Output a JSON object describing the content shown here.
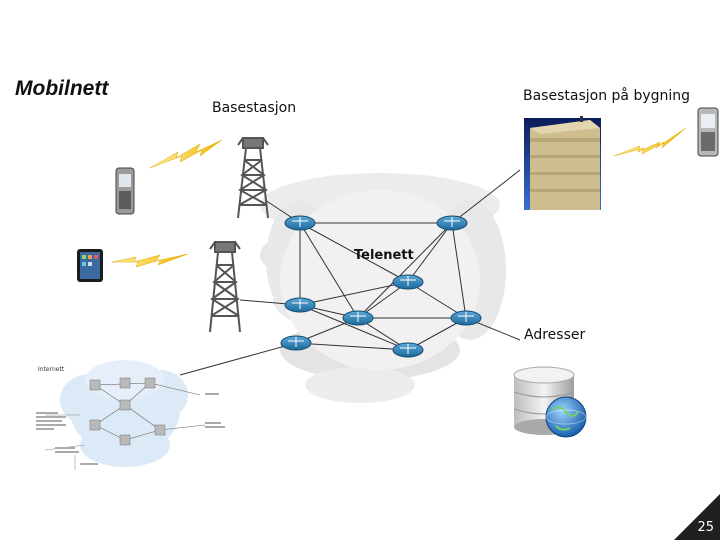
{
  "slide": {
    "title": "Mobilnett",
    "page_number": "25"
  },
  "labels": {
    "base_station": "Basestasjon",
    "building_base_station": "Basestasjon på bygning",
    "telenet": "Telenett",
    "addresses": "Adresser",
    "internet": "Internett"
  },
  "icons": {
    "phone": "mobile-phone-icon",
    "tablet": "tablet-icon",
    "tower": "cell-tower-icon",
    "router": "router-icon",
    "database": "database-globe-icon",
    "signal": "lightning-signal-icon",
    "building": "building-icon"
  },
  "colors": {
    "router": "#2a7fb5",
    "signal": "#f2c21a",
    "cloud": "#e9e9e9",
    "internet_cloud": "#d7e7f7",
    "corner": "#1f1f1f"
  }
}
